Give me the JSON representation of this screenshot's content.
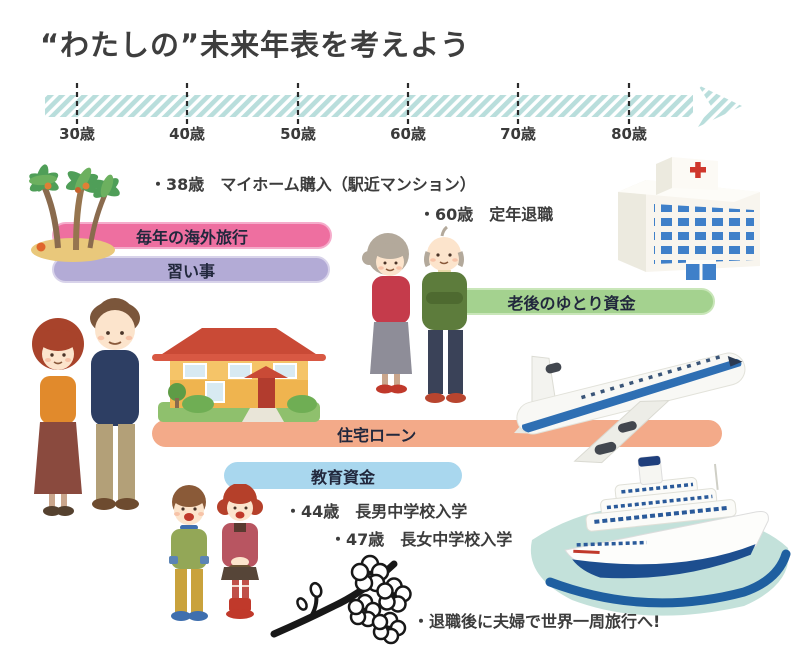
{
  "title": "“わたしの”未来年表を考えよう",
  "timeline": {
    "arrow_color": "#b9dedc",
    "tick_labels": [
      "30歳",
      "40歳",
      "50歳",
      "60歳",
      "70歳",
      "80歳"
    ]
  },
  "annotations": {
    "home_purchase": "・38歳　マイホーム購入（駅近マンション）",
    "retirement": "・60歳　定年退職",
    "son_school": "・44歳　長男中学校入学",
    "daughter_school": "・47歳　長女中学校入学",
    "world_trip": "・退職後に夫婦で世界一周旅行へ!"
  },
  "bars": {
    "overseas_travel": {
      "label": "毎年の海外旅行",
      "color": "#ee6fa0",
      "border": "#f5accb"
    },
    "lessons": {
      "label": "習い事",
      "color": "#b3abd6",
      "border": "#d8d3ea"
    },
    "retirement_fund": {
      "label": "老後のゆとり資金",
      "color": "#a4d28f",
      "border": "#c9e6b9"
    },
    "housing_loan": {
      "label": "住宅ローン",
      "color": "#f3aa89",
      "border": "#f3aa89"
    },
    "education_fund": {
      "label": "教育資金",
      "color": "#a9d7ee",
      "border": "#a9d7ee"
    }
  },
  "illustrations": [
    {
      "name": "palm-trees-icon",
      "depicts": "tropical island with palm trees"
    },
    {
      "name": "hospital-icon",
      "depicts": "hospital building with red cross"
    },
    {
      "name": "family-couple-icon",
      "depicts": "middle-aged couple"
    },
    {
      "name": "house-icon",
      "depicts": "two-story house"
    },
    {
      "name": "elderly-couple-icon",
      "depicts": "retired couple"
    },
    {
      "name": "airplane-icon",
      "depicts": "passenger jet"
    },
    {
      "name": "children-icon",
      "depicts": "boy and girl"
    },
    {
      "name": "cherry-blossom-icon",
      "depicts": "cherry blossom branch"
    },
    {
      "name": "cruise-ship-icon",
      "depicts": "cruise ship on wave"
    }
  ]
}
